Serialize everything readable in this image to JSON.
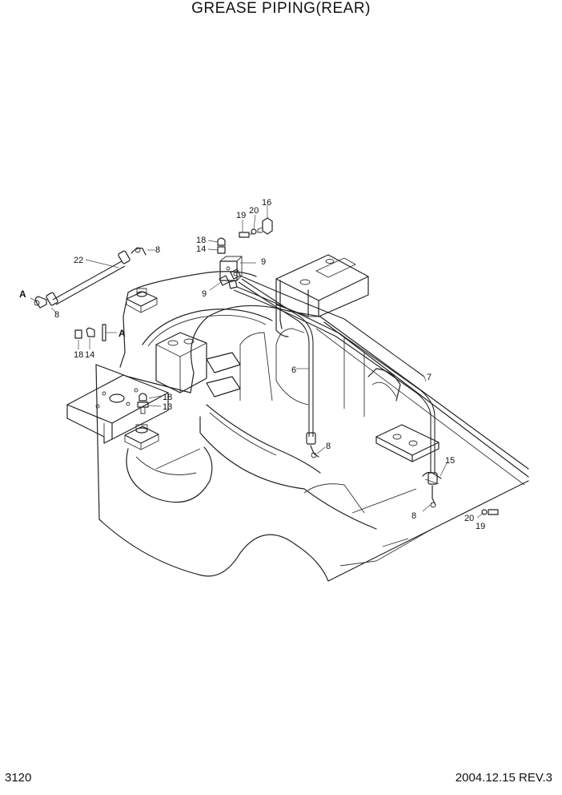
{
  "title": "GREASE PIPING(REAR)",
  "page_number": "3120",
  "revision": "2004.12.15  REV.3",
  "callouts": [
    {
      "id": "c16a",
      "text": "16"
    },
    {
      "id": "c20a",
      "text": "20"
    },
    {
      "id": "c19a",
      "text": "19"
    },
    {
      "id": "c18a",
      "text": "18"
    },
    {
      "id": "c14a",
      "text": "14"
    },
    {
      "id": "c8a",
      "text": "8"
    },
    {
      "id": "c22",
      "text": "22"
    },
    {
      "id": "c9a",
      "text": "9"
    },
    {
      "id": "c9b",
      "text": "9"
    },
    {
      "id": "cA1",
      "text": "A"
    },
    {
      "id": "c8b",
      "text": "8"
    },
    {
      "id": "cA2",
      "text": "A"
    },
    {
      "id": "c18b",
      "text": "18"
    },
    {
      "id": "c14b",
      "text": "14"
    },
    {
      "id": "c6",
      "text": "6"
    },
    {
      "id": "c7",
      "text": "7"
    },
    {
      "id": "c18c",
      "text": "18"
    },
    {
      "id": "c13",
      "text": "13"
    },
    {
      "id": "c8c",
      "text": "8"
    },
    {
      "id": "c15",
      "text": "15"
    },
    {
      "id": "c8d",
      "text": "8"
    },
    {
      "id": "c20b",
      "text": "20"
    },
    {
      "id": "c19b",
      "text": "19"
    }
  ]
}
